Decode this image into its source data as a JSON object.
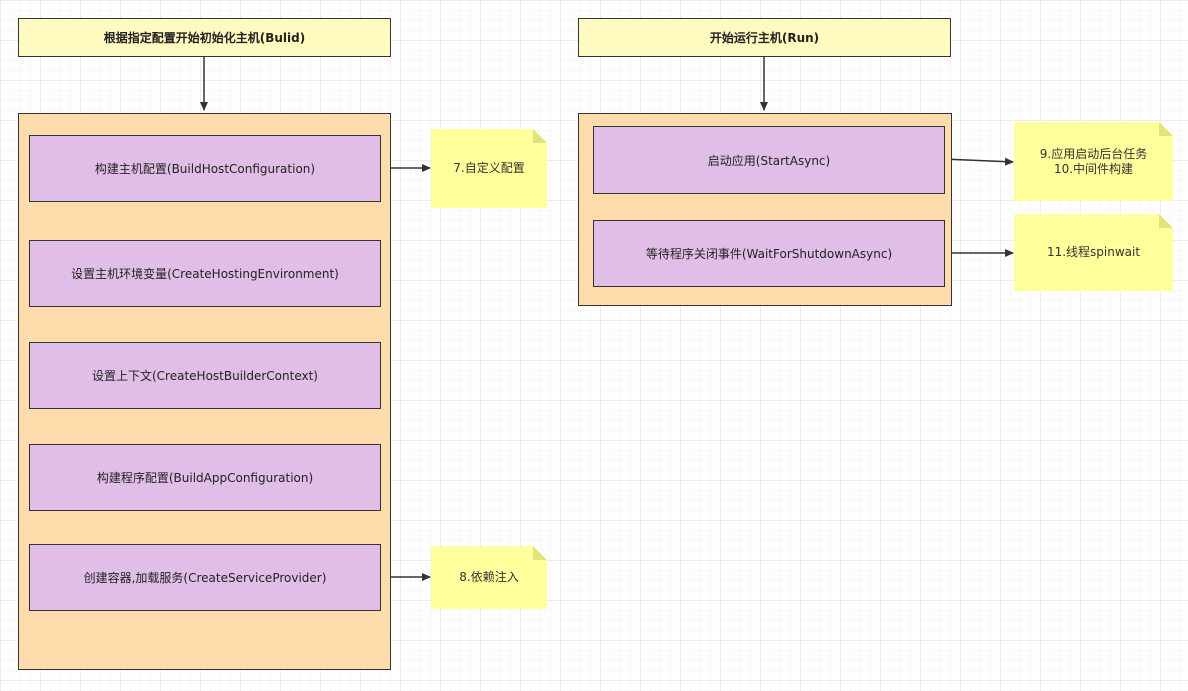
{
  "build": {
    "title": "根据指定配置开始初始化主机(Bulid)",
    "steps": [
      "构建主机配置(BuildHostConfiguration)",
      "设置主机环境变量(CreateHostingEnvironment)",
      "设置上下文(CreateHostBuilderContext)",
      "构建程序配置(BuildAppConfiguration)",
      "创建容器,加载服务(CreateServiceProvider)"
    ]
  },
  "run": {
    "title": "开始运行主机(Run)",
    "steps": [
      "启动应用(StartAsync)",
      "等待程序关闭事件(WaitForShutdownAsync)"
    ]
  },
  "notes": {
    "custom_config": "7.自定义配置",
    "di": "8.依赖注入",
    "start_line1": "9.应用启动后台任务",
    "start_line2": "10.中间件构建",
    "spinwait": "11.线程spinwait"
  },
  "colors": {
    "header_fill": "#fffbc0",
    "container_fill": "#ffdcab",
    "step_fill": "#e1bee7",
    "note_fill": "#ffff9c",
    "stroke": "#333333"
  }
}
